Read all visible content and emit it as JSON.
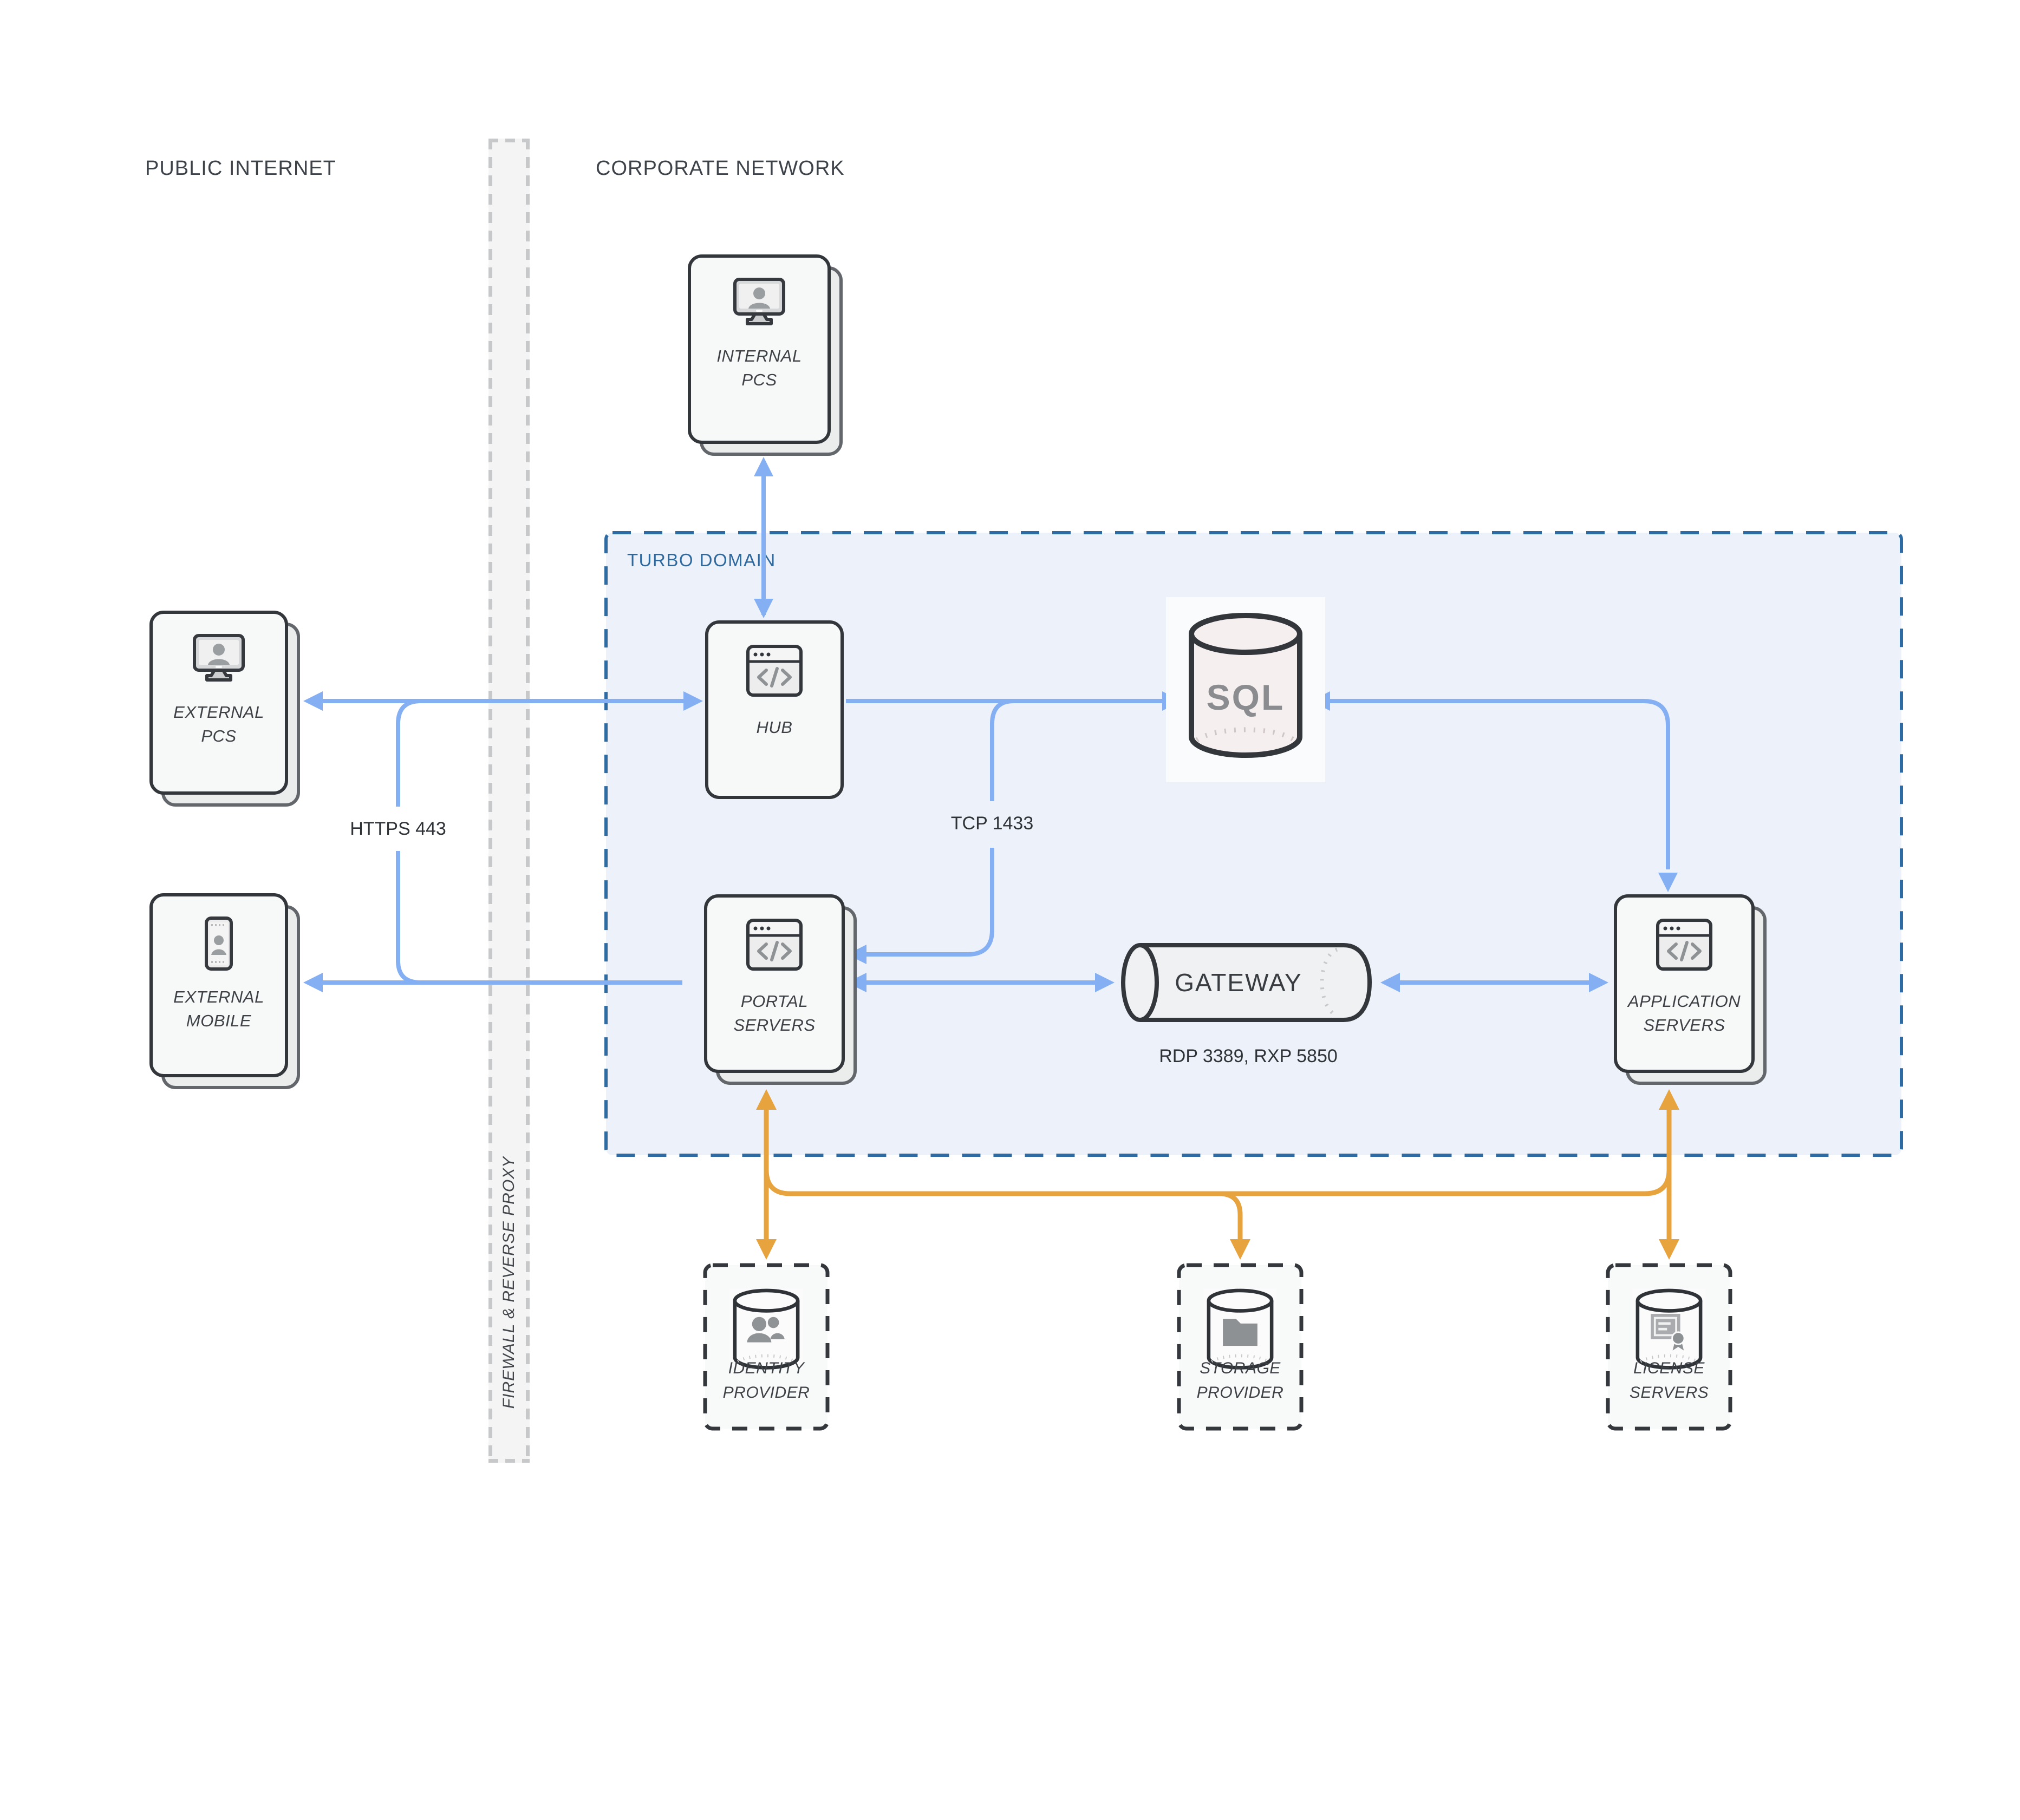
{
  "zones": {
    "public_internet": {
      "label": "PUBLIC INTERNET"
    },
    "corporate_network": {
      "label": "CORPORATE NETWORK"
    },
    "turbo_domain": {
      "label": "TURBO DOMAIN"
    },
    "firewall": {
      "label": "FIREWALL & REVERSE PROXY"
    }
  },
  "nodes": {
    "internal_pcs": {
      "line1": "INTERNAL",
      "line2": "PCS"
    },
    "external_pcs": {
      "line1": "EXTERNAL",
      "line2": "PCS"
    },
    "external_mobile": {
      "line1": "EXTERNAL",
      "line2": "MOBILE"
    },
    "hub": {
      "label": "HUB"
    },
    "portal_servers": {
      "line1": "PORTAL",
      "line2": "SERVERS"
    },
    "application_servers": {
      "line1": "APPLICATION",
      "line2": "SERVERS"
    },
    "sql_database": {
      "label": "SQL"
    },
    "gateway": {
      "label": "GATEWAY"
    },
    "identity_provider": {
      "line1": "IDENTITY",
      "line2": "PROVIDER"
    },
    "storage_provider": {
      "line1": "STORAGE",
      "line2": "PROVIDER"
    },
    "license_servers": {
      "line1": "LICENSE",
      "line2": "SERVERS"
    }
  },
  "connection_labels": {
    "https": "HTTPS 443",
    "tcp": "TCP 1433",
    "gateway_ports": "RDP 3389, RXP 5850"
  },
  "colors": {
    "background": "#ffffff",
    "arrow_blue": "#84aff3",
    "arrow_orange": "#e7a43e",
    "turbo_fill": "#edf1f9",
    "turbo_border": "#2e6ba3",
    "turbo_label": "#2d689e",
    "card_fill": "#f7f8f8",
    "card_border": "#33373c",
    "card_shadow_border": "#63676c",
    "firewall_fill": "#f4f4f5",
    "firewall_dash": "#c7c8ca",
    "label_text": "#3e4247",
    "port_label_text": "#2f3338",
    "sql_fill": "#f6efef",
    "icon_gray": "#9b9ea1"
  }
}
